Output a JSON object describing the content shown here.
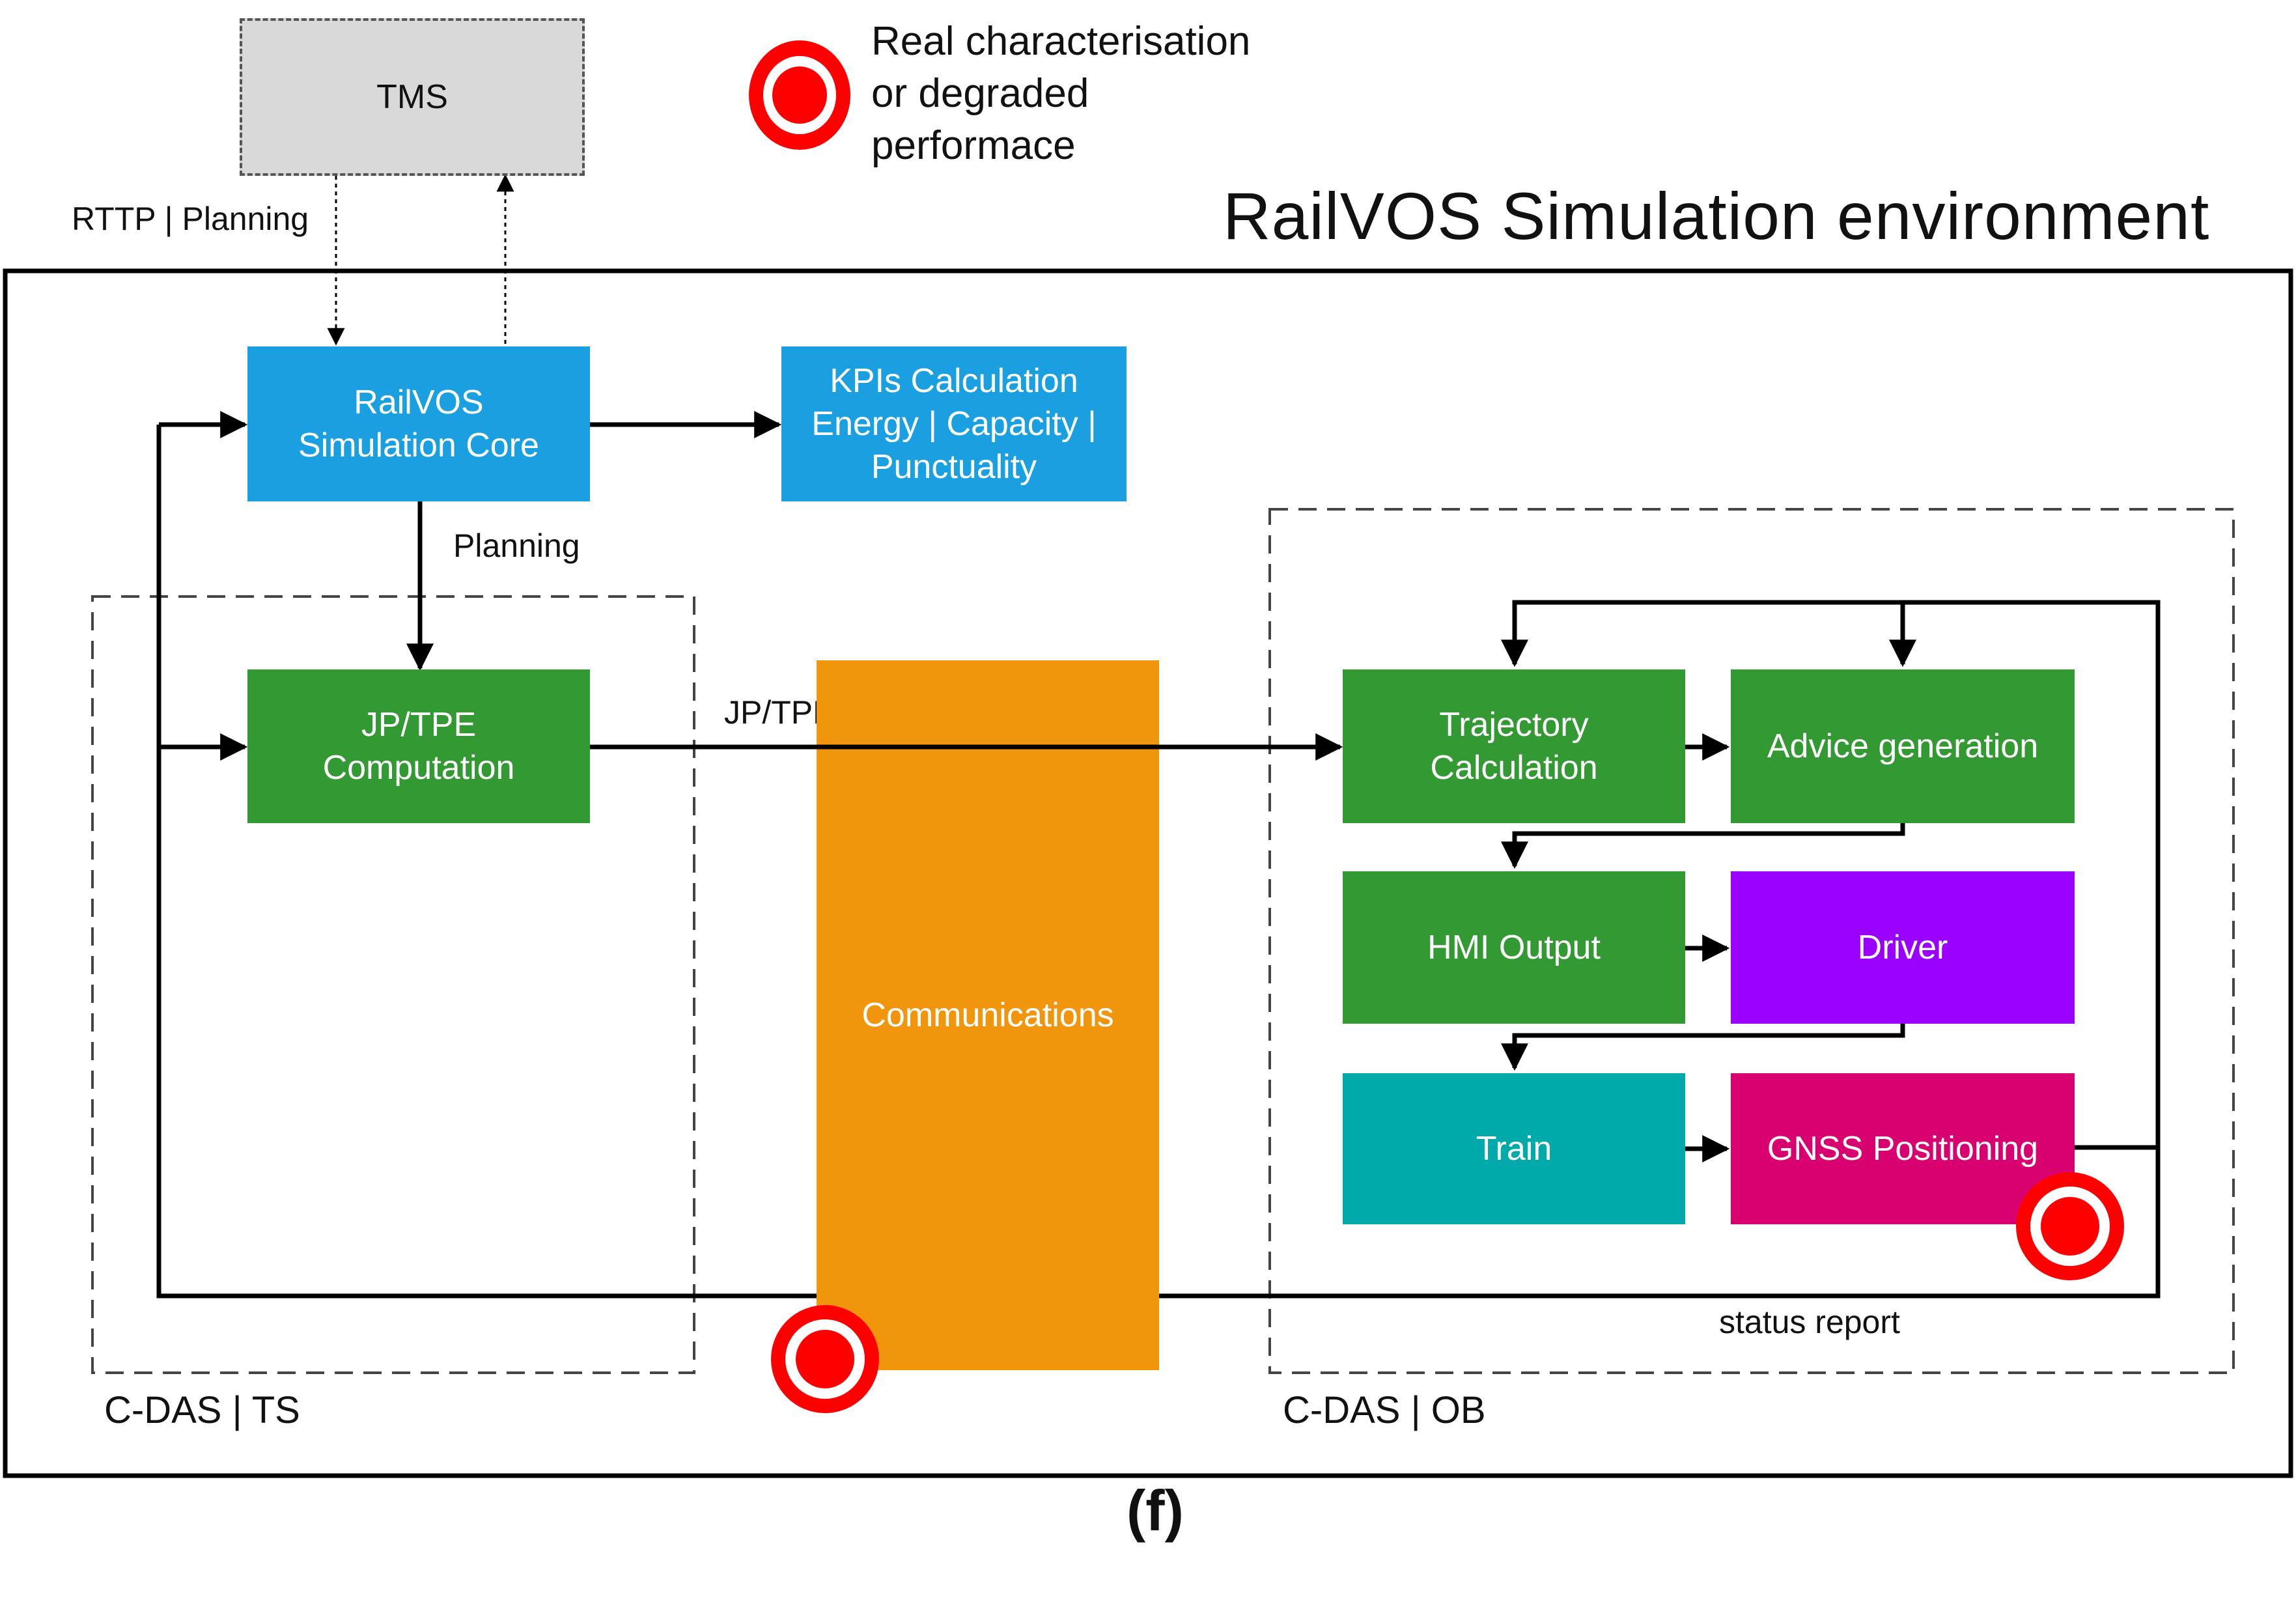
{
  "legend": {
    "text": "Real characterisation\nor degraded\nperformace"
  },
  "environment": {
    "title": "RailVOS Simulation environment"
  },
  "boxes": {
    "tms": "TMS",
    "core": "RailVOS\nSimulation Core",
    "kpi": "KPIs Calculation\nEnergy | Capacity |\nPunctuality",
    "jp": "JP/TPE\nComputation",
    "comms": "Communications",
    "traj": "Trajectory\nCalculation",
    "advice": "Advice generation",
    "hmi": "HMI Output",
    "driver": "Driver",
    "train": "Train",
    "gnss": "GNSS Positioning"
  },
  "labels": {
    "rttp": "RTTP | Planning",
    "planning": "Planning",
    "jp_data": "JP/TPE, SP, Train data",
    "status": "status report"
  },
  "regions": {
    "ts": "C-DAS | TS",
    "ob": "C-DAS | OB"
  },
  "caption": "(f)",
  "colors": {
    "blue": "#1a9fe0",
    "green": "#339933",
    "orange": "#f0950c",
    "purple": "#9900ff",
    "teal": "#00aaaa",
    "magenta": "#d9006f",
    "tms_gray": "#d9d9d9",
    "marker_red": "#ff0000"
  }
}
